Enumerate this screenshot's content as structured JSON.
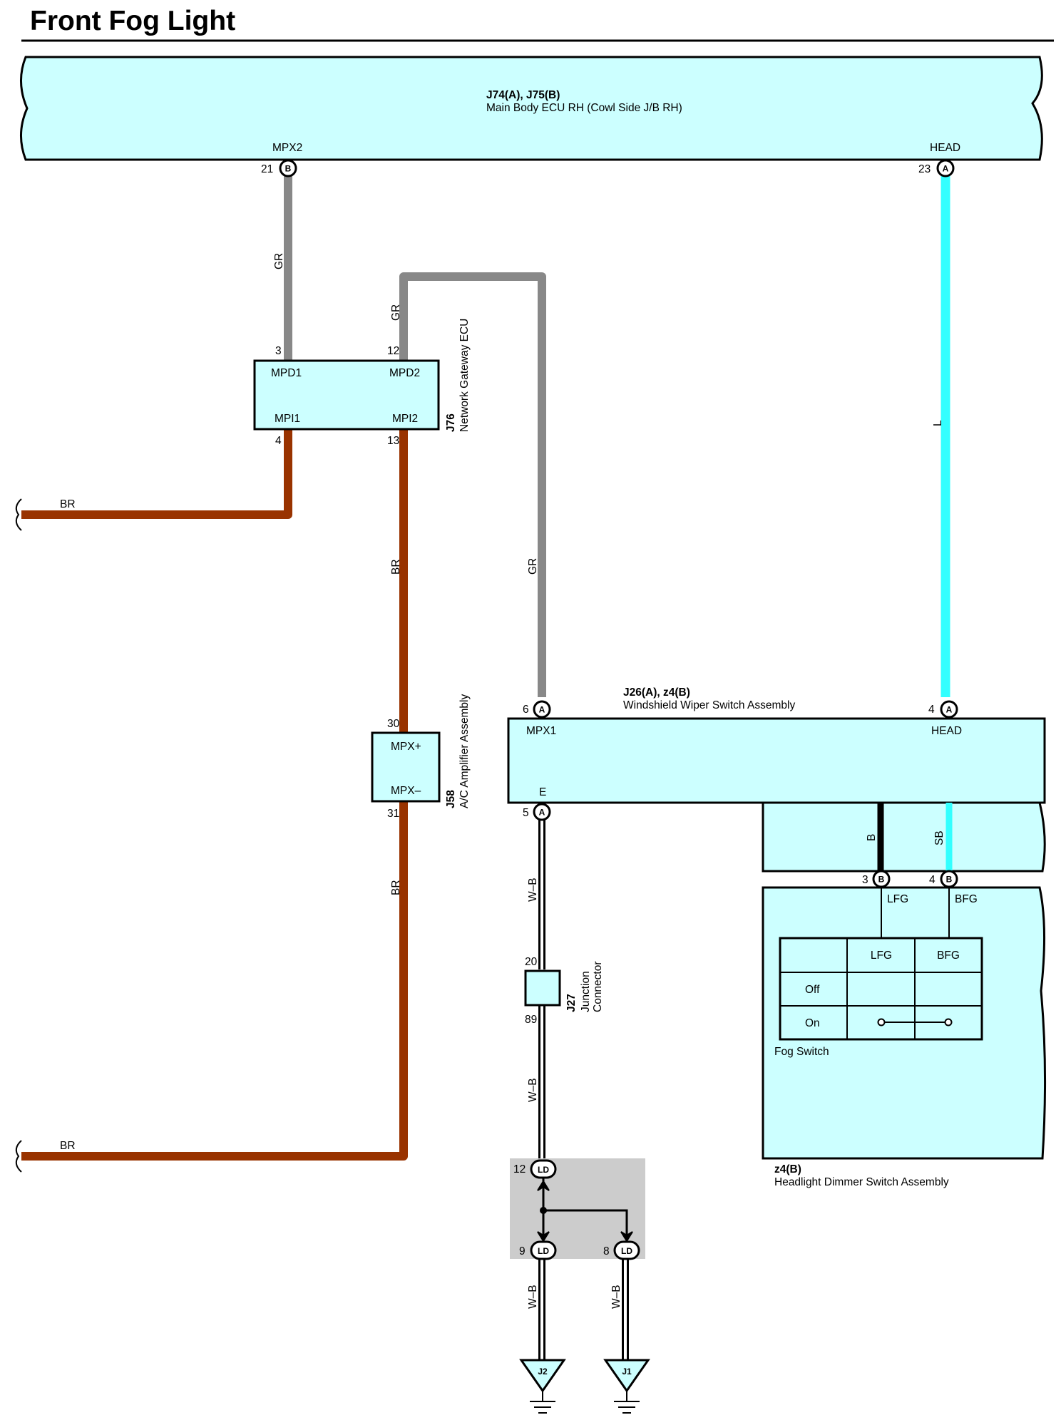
{
  "page_title": "Front Fog Light",
  "main_body_ecu": {
    "code": "J74(A), J75(B)",
    "name": "Main Body ECU RH (Cowl Side J/B RH)",
    "term_mpx2": "MPX2",
    "term_head": "HEAD",
    "pin_mpx2": "21",
    "conn_mpx2": "B",
    "pin_head": "23",
    "conn_head": "A"
  },
  "gateway": {
    "code": "J76",
    "name": "Network Gateway ECU",
    "term_mpd1": "MPD1",
    "term_mpd2": "MPD2",
    "term_mpi1": "MPI1",
    "term_mpi2": "MPI2",
    "pin_mpd1": "3",
    "pin_mpd2": "12",
    "pin_mpi1": "4",
    "pin_mpi2": "13"
  },
  "ac_amp": {
    "code": "J58",
    "name": "A/C Amplifier Assembly",
    "term_plus": "MPX+",
    "term_minus": "MPX–",
    "pin_plus": "30",
    "pin_minus": "31"
  },
  "wiper_switch": {
    "code": "J26(A), z4(B)",
    "name": "Windshield Wiper Switch Assembly",
    "term_mpx1": "MPX1",
    "term_head": "HEAD",
    "term_e": "E",
    "pin_mpx1": "6",
    "conn_mpx1": "A",
    "pin_head": "4",
    "conn_head": "A",
    "pin_e": "5",
    "conn_e": "A"
  },
  "dimmer_switch": {
    "code": "z4(B)",
    "name": "Headlight Dimmer Switch Assembly",
    "pin_lfg": "3",
    "conn_lfg": "B",
    "pin_bfg": "4",
    "conn_bfg": "B",
    "term_lfg": "LFG",
    "term_bfg": "BFG",
    "fog_switch_label": "Fog Switch",
    "table_col_lfg": "LFG",
    "table_col_bfg": "BFG",
    "table_row_off": "Off",
    "table_row_on": "On"
  },
  "junction_connector": {
    "code": "J27",
    "name_line1": "Junction",
    "name_line2": "Connector",
    "pin_top": "20",
    "pin_bottom": "89"
  },
  "ld_connector": {
    "label": "LD",
    "pin_top": "12",
    "pin_left": "9",
    "pin_right": "8"
  },
  "grounds": {
    "left": "J2",
    "right": "J1"
  },
  "wire_colors": {
    "gr_top": "GR",
    "gr_loop": "GR",
    "gr_down": "GR",
    "br_left_top": "BR",
    "br_vertical_1": "BR",
    "br_vertical_2": "BR",
    "br_left_bottom": "BR",
    "head_l": "L",
    "wb_1": "W–B",
    "wb_2": "W–B",
    "wb_3": "W–B",
    "wb_4": "W–B",
    "sw_b": "B",
    "sw_sb": "SB"
  },
  "colors": {
    "component_fill": "#ccffff",
    "wire_gray": "#888888",
    "wire_brown": "#993300",
    "wire_blue": "#33ffff",
    "ground_box": "#cccccc"
  }
}
